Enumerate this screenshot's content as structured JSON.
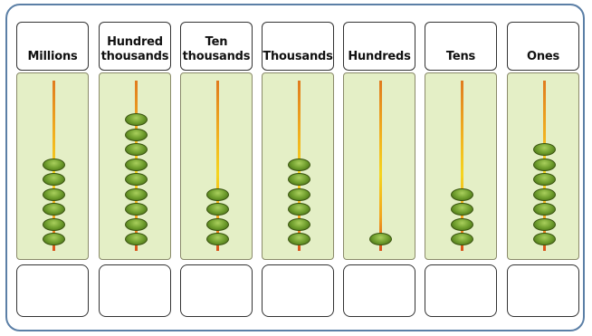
{
  "columns": [
    {
      "label": "Millions",
      "beads": 6
    },
    {
      "label": "Hundred\nthousands",
      "beads": 9
    },
    {
      "label": "Ten\nthousands",
      "beads": 4
    },
    {
      "label": "Thousands",
      "beads": 6
    },
    {
      "label": "Hundreds",
      "beads": 1
    },
    {
      "label": "Tens",
      "beads": 4
    },
    {
      "label": "Ones",
      "beads": 7
    }
  ]
}
